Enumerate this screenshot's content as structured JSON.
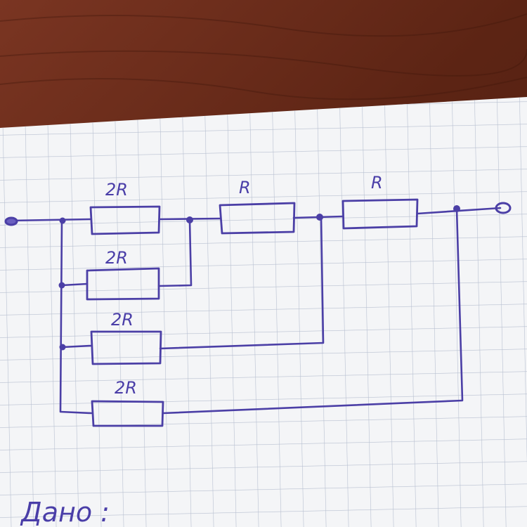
{
  "colors": {
    "ink": "#4b3fa6",
    "paper": "#f4f5f7",
    "grid": "#b7bfd0",
    "wood_dark": "#4e1d10",
    "wood_light": "#7a3522"
  },
  "circuit": {
    "resistors": [
      {
        "id": "r1",
        "label": "2R"
      },
      {
        "id": "r2",
        "label": "R"
      },
      {
        "id": "r3",
        "label": "R"
      },
      {
        "id": "r4",
        "label": "2R"
      },
      {
        "id": "r5",
        "label": "2R"
      },
      {
        "id": "r6",
        "label": "2R"
      }
    ],
    "terminals": [
      "input-terminal",
      "output-terminal"
    ]
  },
  "notes": {
    "heading": "Дано :"
  }
}
